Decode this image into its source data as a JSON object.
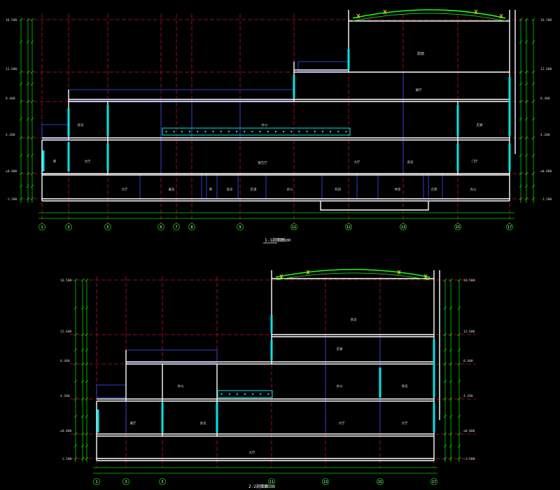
{
  "colors": {
    "background": "#000000",
    "wall": "#ffffff",
    "grid_axis": "#c0102a",
    "dimension": "#00d000",
    "glass": "#00e5e5",
    "interior": "#3a4fff",
    "roof_truss": "#1aff1a",
    "label": "#d8d8d8",
    "marker": "#ffe000"
  },
  "section_a": {
    "title": "1-1剖面图",
    "scale": "1:100",
    "axis_labels": [
      "1",
      "3",
      "5",
      "6",
      "7",
      "8",
      "9",
      "11",
      "12",
      "13",
      "15",
      "17"
    ],
    "room_labels": [
      "库",
      "大厅",
      "报告厅",
      "展厅",
      "会议",
      "办公",
      "走廊",
      "门厅",
      "大厅",
      "展览",
      "库",
      "会议",
      "走道",
      "办公",
      "机房",
      "休息",
      "仓库",
      "办公",
      "大厅",
      "会议"
    ],
    "level_labels_left": [
      "16.500",
      "12.600",
      "8.400",
      "4.200",
      "±0.000",
      "-1.500"
    ],
    "level_labels_right": [
      "16.500",
      "12.600",
      "8.400",
      "4.200",
      "±0.000",
      "-1.500"
    ],
    "roof_label": "屋面"
  },
  "section_b": {
    "title": "2-2剖面图",
    "scale": "1:100",
    "axis_labels": [
      "1",
      "3",
      "5",
      "11",
      "13",
      "15",
      "17"
    ],
    "room_labels": [
      "展厅",
      "会议",
      "大厅",
      "办公",
      "会议",
      "走廊",
      "办公",
      "会议",
      "大厅",
      "大厅"
    ],
    "level_labels_left": [
      "16.500",
      "12.600",
      "8.400",
      "4.200",
      "±0.000",
      "-1.500"
    ],
    "level_labels_right": [
      "16.500",
      "12.600",
      "8.400",
      "4.200",
      "±0.000",
      "-1.500"
    ]
  }
}
